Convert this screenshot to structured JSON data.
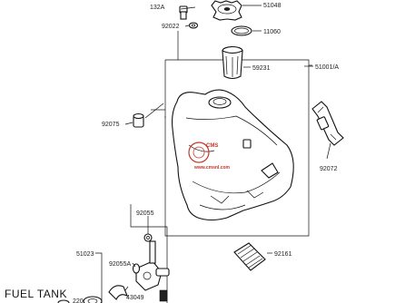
{
  "diagram": {
    "caption": "FUEL TANK",
    "watermark_lines": [
      "CMS",
      "www.cmsnl.com"
    ],
    "parts": [
      {
        "id": "p132a",
        "label": "132A"
      },
      {
        "id": "p51048",
        "label": "51048"
      },
      {
        "id": "p92022",
        "label": "92022"
      },
      {
        "id": "p11060",
        "label": "11060"
      },
      {
        "id": "p59231",
        "label": "59231"
      },
      {
        "id": "p51001a",
        "label": "51001/A"
      },
      {
        "id": "p92075",
        "label": "92075"
      },
      {
        "id": "p92072",
        "label": "92072"
      },
      {
        "id": "p92055",
        "label": "92055"
      },
      {
        "id": "p92161",
        "label": "92161"
      },
      {
        "id": "p51023",
        "label": "51023"
      },
      {
        "id": "p92055a",
        "label": "92055A"
      },
      {
        "id": "p43049",
        "label": "43049"
      },
      {
        "id": "p220",
        "label": "220"
      }
    ],
    "colors": {
      "line": "#111111",
      "watermark": "#c0392b",
      "background": "#ffffff"
    }
  }
}
